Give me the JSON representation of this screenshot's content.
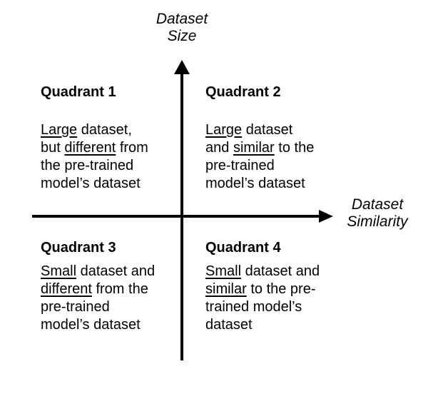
{
  "diagram": {
    "type": "quadrant-diagram",
    "background_color": "#ffffff",
    "axis_color": "#000000",
    "text_color": "#000000",
    "y_axis": {
      "label_lines": [
        "Dataset",
        "Size"
      ],
      "direction": "up"
    },
    "x_axis": {
      "label_lines": [
        "Dataset",
        "Similarity"
      ],
      "direction": "right"
    },
    "quadrants": [
      {
        "title": "Quadrant 1",
        "position": "top-left",
        "lines": [
          [
            {
              "text": "Large",
              "underline": true
            },
            {
              "text": " dataset,"
            }
          ],
          [
            {
              "text": "but "
            },
            {
              "text": "different",
              "underline": true
            },
            {
              "text": " from"
            }
          ],
          [
            {
              "text": "the pre-trained"
            }
          ],
          [
            {
              "text": "model’s dataset"
            }
          ]
        ]
      },
      {
        "title": "Quadrant 2",
        "position": "top-right",
        "lines": [
          [
            {
              "text": "Large",
              "underline": true
            },
            {
              "text": " dataset"
            }
          ],
          [
            {
              "text": "and "
            },
            {
              "text": "similar",
              "underline": true
            },
            {
              "text": " to the"
            }
          ],
          [
            {
              "text": "pre-trained"
            }
          ],
          [
            {
              "text": "model’s dataset"
            }
          ]
        ]
      },
      {
        "title": "Quadrant 3",
        "position": "bottom-left",
        "lines": [
          [
            {
              "text": "Small",
              "underline": true
            },
            {
              "text": " dataset and"
            }
          ],
          [
            {
              "text": "different",
              "underline": true
            },
            {
              "text": " from the"
            }
          ],
          [
            {
              "text": "pre-trained"
            }
          ],
          [
            {
              "text": "model’s dataset"
            }
          ]
        ]
      },
      {
        "title": "Quadrant 4",
        "position": "bottom-right",
        "lines": [
          [
            {
              "text": "Small",
              "underline": true
            },
            {
              "text": " dataset and"
            }
          ],
          [
            {
              "text": "similar",
              "underline": true
            },
            {
              "text": " to the pre-"
            }
          ],
          [
            {
              "text": "trained model’s"
            }
          ],
          [
            {
              "text": "dataset"
            }
          ]
        ]
      }
    ]
  }
}
